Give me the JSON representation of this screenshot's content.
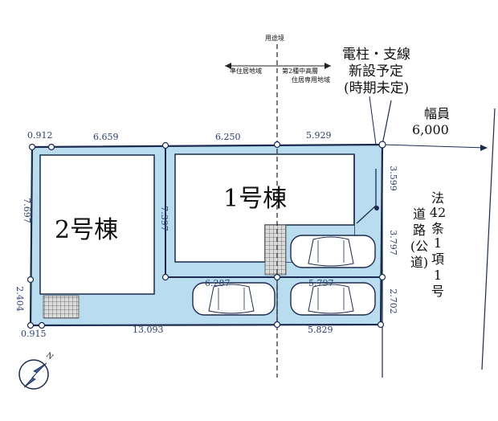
{
  "zoning": {
    "title": "用途境",
    "left": "準住居地域",
    "right_line1": "第2種中高層",
    "right_line2": "住居専用地域"
  },
  "pole_note": {
    "line1": "電柱・支線",
    "line2": "新設予定",
    "line3": "(時期未定)"
  },
  "road_width": {
    "label": "幅員",
    "value": "6,000"
  },
  "road_type": {
    "col1": [
      "法",
      "42",
      "条",
      "1",
      "項",
      "1",
      "号"
    ],
    "col2": [
      "道",
      "路",
      "(公",
      "道)"
    ]
  },
  "buildings": {
    "b1": "1号棟",
    "b2": "2号棟"
  },
  "dimensions": {
    "top_1": "0.912",
    "top_2": "6.659",
    "top_3": "6.250",
    "top_4": "5.929",
    "bottom_1": "0.915",
    "bottom_2": "13.093",
    "bottom_3": "5.829",
    "left_1": "7.697",
    "left_2": "2.404",
    "right_1": "3.599",
    "right_2": "3.797",
    "right_3": "2.702",
    "inner_v": "7.397",
    "inner_h1": "6.287",
    "inner_h2": "5.797"
  },
  "colors": {
    "lot": "#b9dcef",
    "line": "#1b2a4e",
    "compass": "#3a5f9c"
  },
  "compass_label": "N"
}
